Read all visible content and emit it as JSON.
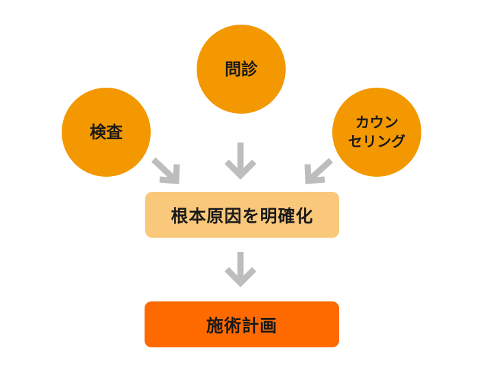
{
  "nodes": {
    "exam": {
      "label": "検査"
    },
    "interview": {
      "label": "問診"
    },
    "counseling": {
      "label": "カウン\nセリング"
    },
    "root_cause": {
      "label": "根本原因を明確化"
    },
    "treatment_plan": {
      "label": "施術計画"
    }
  },
  "colors": {
    "circle_fill": "#f39800",
    "root_cause_fill": "#fac87b",
    "treatment_fill": "#ff6a00",
    "arrow": "#bdbdbd",
    "text": "#1a1a1a"
  },
  "edges": [
    {
      "from": "exam",
      "to": "root_cause"
    },
    {
      "from": "interview",
      "to": "root_cause"
    },
    {
      "from": "counseling",
      "to": "root_cause"
    },
    {
      "from": "root_cause",
      "to": "treatment_plan"
    }
  ]
}
